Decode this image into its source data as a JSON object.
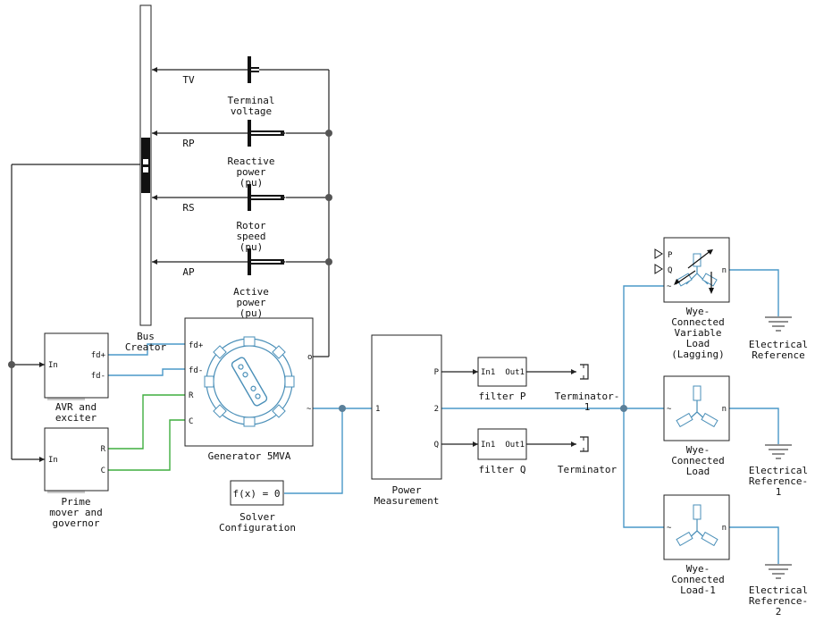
{
  "blocks": {
    "bus_creator": "Bus\nCreator",
    "goto_tv": "TV",
    "goto_rp": "RP",
    "goto_rs": "RS",
    "goto_ap": "AP",
    "terminal_voltage": "Terminal\nvoltage",
    "reactive_power": "Reactive\npower\n(pu)",
    "rotor_speed": "Rotor\nspeed\n(pu)",
    "active_power": "Active\npower\n(pu)",
    "avr": "AVR and\nexciter",
    "prime_mover": "Prime\nmover and\ngovernor",
    "generator": "Generator 5MVA",
    "solver": "Solver\nConfiguration",
    "solver_expr": "f(x) = 0",
    "power_measurement": "Power\nMeasurement",
    "filter_p": "filter P",
    "filter_q": "filter Q",
    "terminator_1": "Terminator-\n1",
    "terminator": "Terminator",
    "wye_variable": "Wye-\nConnected\nVariable\nLoad\n(Lagging)",
    "wye_load": "Wye-\nConnected\nLoad",
    "wye_load_1": "Wye-\nConnected\nLoad-1",
    "elec_ref": "Electrical\nReference",
    "elec_ref_1": "Electrical\nReference-\n1",
    "elec_ref_2": "Electrical\nReference-\n2"
  },
  "ports": {
    "in": "In",
    "fd_plus": "fd+",
    "fd_minus": "fd-",
    "r": "R",
    "c": "C",
    "o": "o",
    "tilde": "~",
    "pm_1": "1",
    "pm_2": "2",
    "pm_p": "P",
    "pm_q": "Q",
    "in1": "In1",
    "out1": "Out1",
    "p": "P",
    "q": "Q",
    "n": "n"
  },
  "colors": {
    "signal_line": "#222222",
    "electrical_line": "#4a98c8",
    "mechanical_line": "#3fae3f",
    "icon": "#4a8fb8"
  }
}
